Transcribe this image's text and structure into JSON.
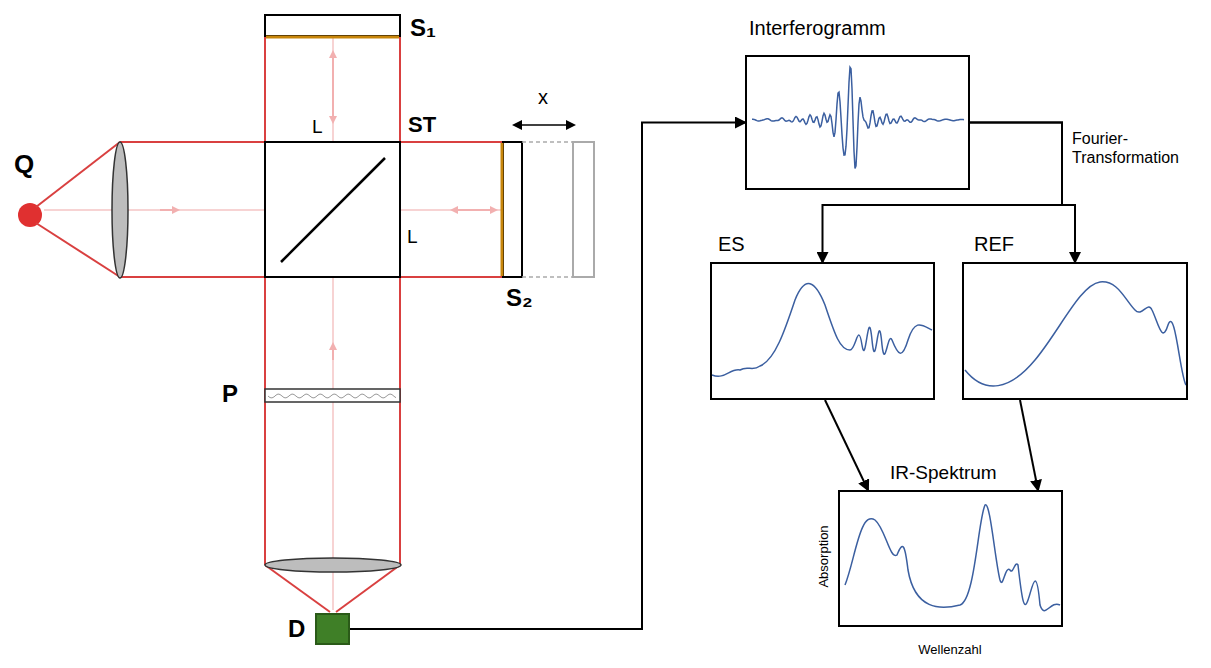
{
  "diagram": {
    "nodes": [
      {
        "text": [
          "Interferogramm"
        ]
      },
      {
        "text": [
          "ES"
        ]
      },
      {
        "text": [
          "REF"
        ]
      },
      {
        "text": [
          "IR-Spektrum"
        ]
      },
      {
        "text": [
          "D"
        ]
      }
    ],
    "edges": [
      {
        "from": 4,
        "to": 0,
        "arrow": "to"
      },
      {
        "from": 0,
        "to": 1,
        "arrow": "to"
      },
      {
        "from": 0,
        "to": 2,
        "label": "Fourier-Transformation",
        "arrow": "to"
      },
      {
        "from": 1,
        "to": 3,
        "arrow": "to"
      },
      {
        "from": 2,
        "to": 3,
        "arrow": "to"
      }
    ],
    "labels": [
      "Q",
      "S₁",
      "ST",
      "x",
      "L",
      "L",
      "S₂",
      "P",
      "Absorption",
      "Wellenzahl"
    ]
  }
}
